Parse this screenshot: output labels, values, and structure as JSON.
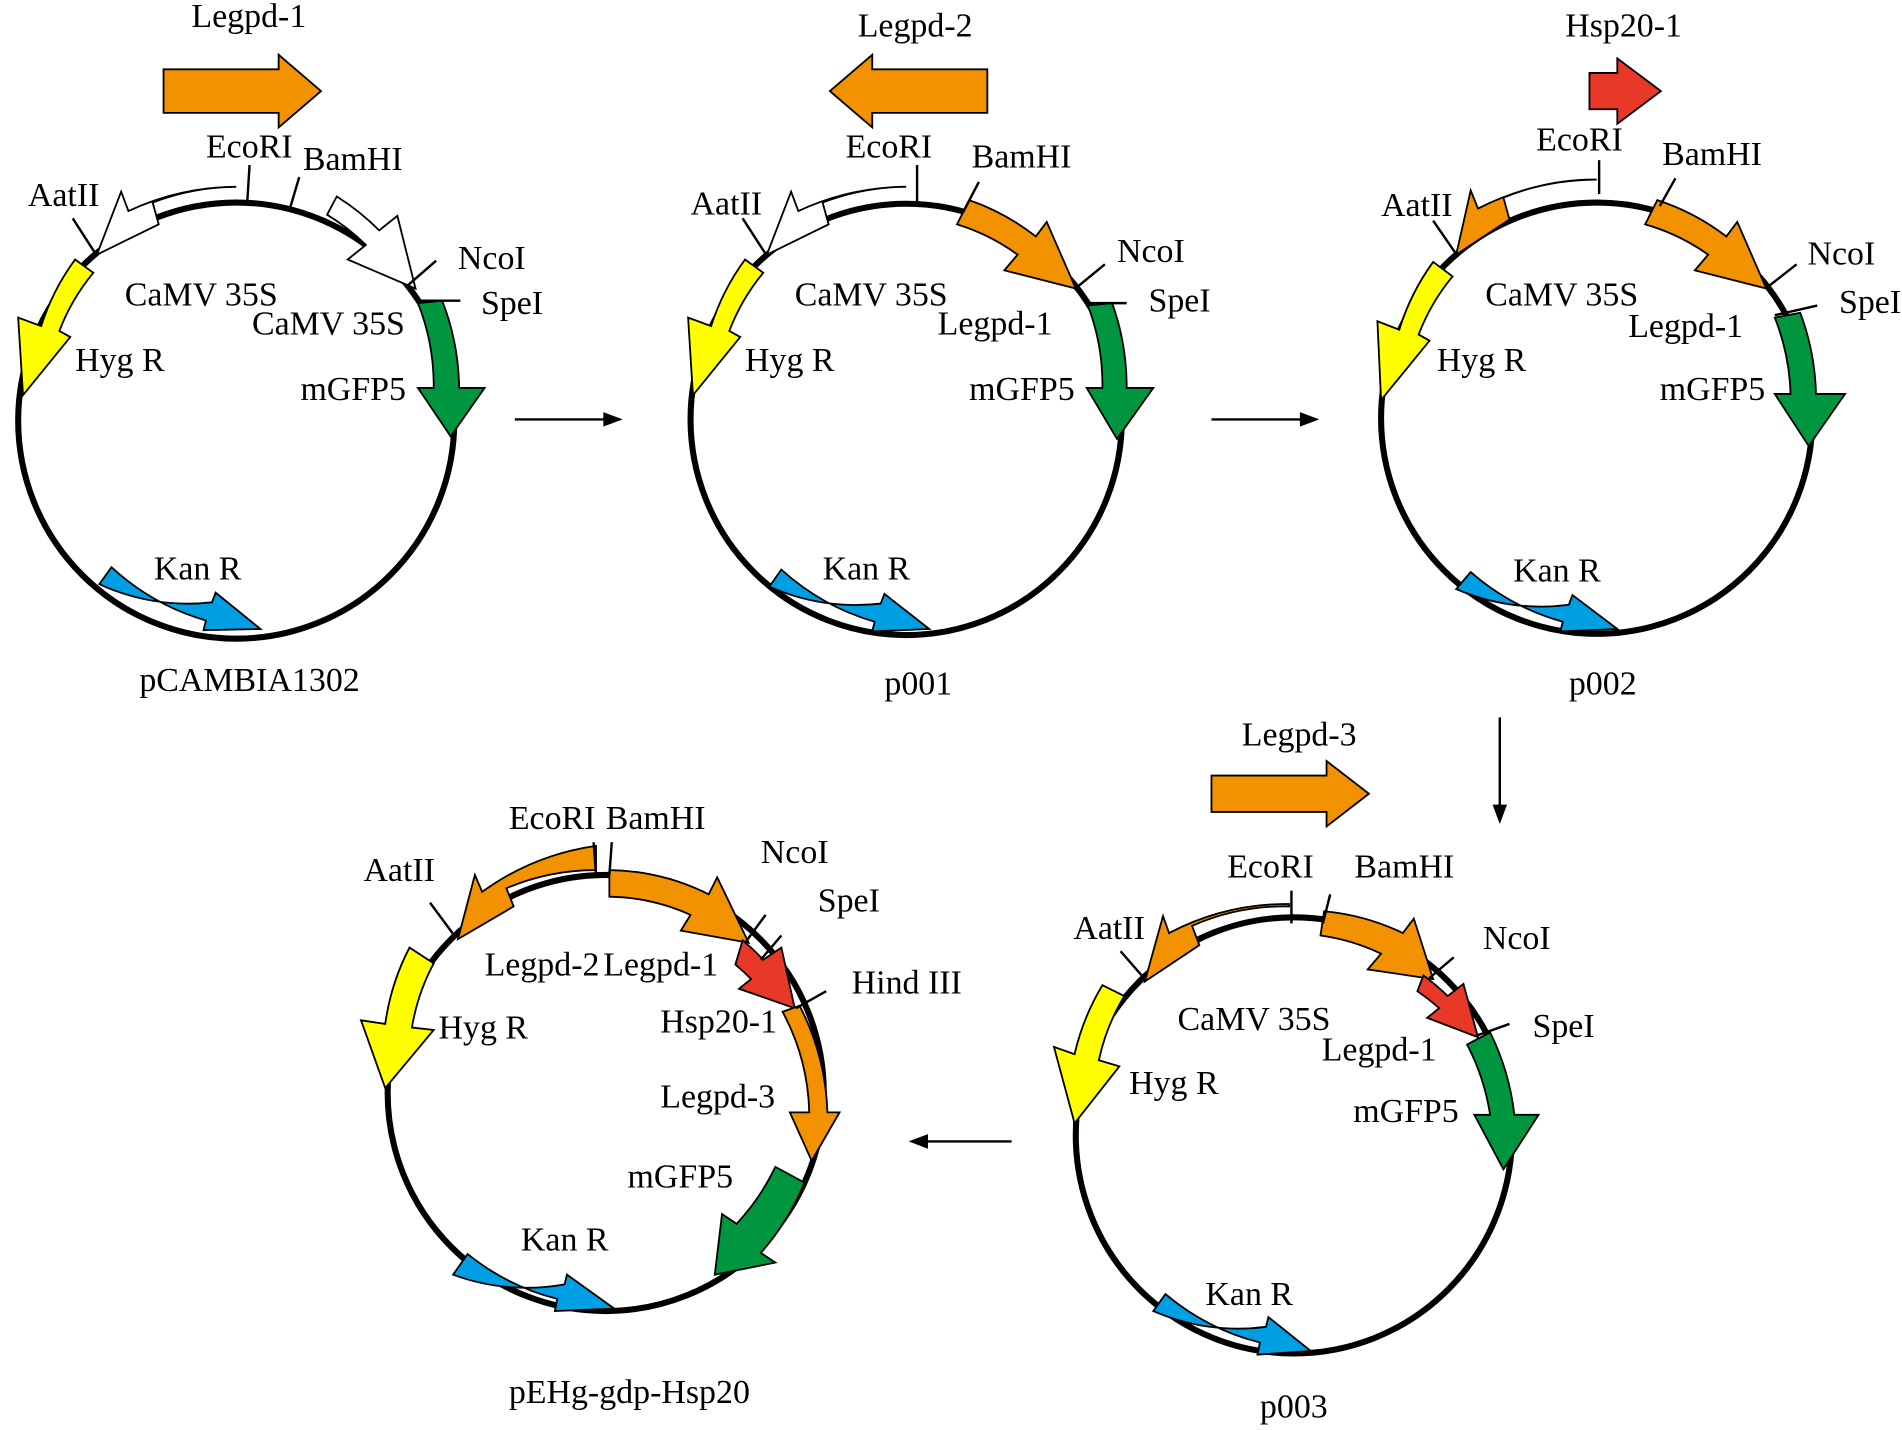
{
  "colors": {
    "orange": "#F39200",
    "yellow": "#FFF000",
    "green": "#009640",
    "blue": "#009FE3",
    "red": "#E73828",
    "white": "#FFFFFF"
  },
  "plasmids": [
    {
      "name": "pCAMBIA1302",
      "insert": {
        "label": "Legpd-1",
        "color": "orange",
        "direction": "right"
      },
      "sites": [
        "AatII",
        "EcoRI",
        "BamHI",
        "NcoI",
        "SpeI"
      ],
      "features": [
        {
          "label": "CaMV 35S",
          "color": "white"
        },
        {
          "label": "CaMV 35S",
          "color": "white"
        },
        {
          "label": "Hyg R",
          "color": "yellow"
        },
        {
          "label": "mGFP5",
          "color": "green"
        },
        {
          "label": "Kan R",
          "color": "blue"
        }
      ]
    },
    {
      "name": "p001",
      "insert": {
        "label": "Legpd-2",
        "color": "orange",
        "direction": "left"
      },
      "sites": [
        "AatII",
        "EcoRI",
        "BamHI",
        "NcoI",
        "SpeI"
      ],
      "features": [
        {
          "label": "CaMV 35S",
          "color": "white"
        },
        {
          "label": "Legpd-1",
          "color": "orange"
        },
        {
          "label": "Hyg R",
          "color": "yellow"
        },
        {
          "label": "mGFP5",
          "color": "green"
        },
        {
          "label": "Kan R",
          "color": "blue"
        }
      ]
    },
    {
      "name": "p002",
      "insert": {
        "label": "Hsp20-1",
        "color": "red",
        "direction": "right"
      },
      "sites": [
        "AatII",
        "EcoRI",
        "BamHI",
        "NcoI",
        "SpeI"
      ],
      "features": [
        {
          "label": "CaMV 35S",
          "color": "orange"
        },
        {
          "label": "Legpd-1",
          "color": "orange"
        },
        {
          "label": "Hyg R",
          "color": "yellow"
        },
        {
          "label": "mGFP5",
          "color": "green"
        },
        {
          "label": "Kan R",
          "color": "blue"
        }
      ]
    },
    {
      "name": "p003",
      "insert": {
        "label": "Legpd-3",
        "color": "orange",
        "direction": "right"
      },
      "sites": [
        "AatII",
        "EcoRI",
        "BamHI",
        "NcoI",
        "SpeI"
      ],
      "features": [
        {
          "label": "CaMV 35S",
          "color": "orange"
        },
        {
          "label": "Legpd-1",
          "color": "orange"
        },
        {
          "label": "Hyg R",
          "color": "yellow"
        },
        {
          "label": "mGFP5",
          "color": "green"
        },
        {
          "label": "Kan R",
          "color": "blue"
        }
      ]
    },
    {
      "name": "pEHg-gdp-Hsp20",
      "sites": [
        "AatII",
        "EcoRI",
        "BamHI",
        "NcoI",
        "SpeI",
        "Hind III"
      ],
      "features": [
        {
          "label": "Legpd-2",
          "color": "orange"
        },
        {
          "label": "Legpd-1",
          "color": "orange"
        },
        {
          "label": "Hsp20-1",
          "color": "red"
        },
        {
          "label": "Legpd-3",
          "color": "orange"
        },
        {
          "label": "Hyg R",
          "color": "yellow"
        },
        {
          "label": "mGFP5",
          "color": "green"
        },
        {
          "label": "Kan R",
          "color": "blue"
        }
      ]
    }
  ]
}
